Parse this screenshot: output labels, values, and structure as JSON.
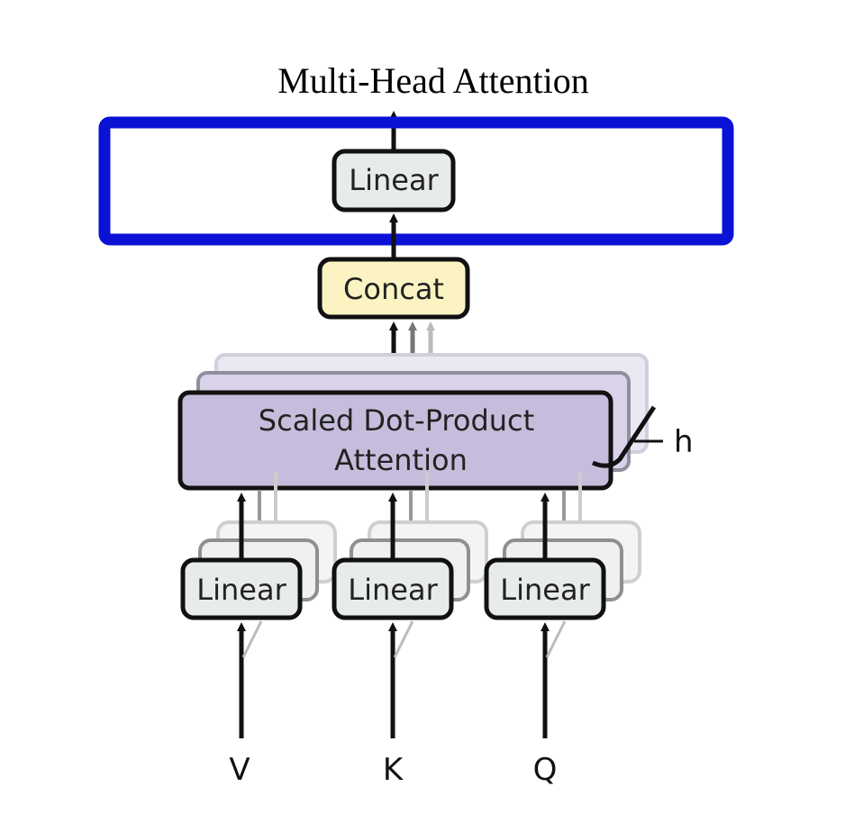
{
  "title": "Multi-Head Attention",
  "blocks": {
    "output_linear": "Linear",
    "concat": "Concat",
    "attention_line1": "Scaled Dot-Product",
    "attention_line2": "Attention",
    "heads_label": "h",
    "input_linears": [
      "Linear",
      "Linear",
      "Linear"
    ]
  },
  "inputs": [
    "V",
    "K",
    "Q"
  ],
  "colors": {
    "linear_fill": "#e8ece9",
    "concat_fill": "#fbf4c2",
    "attention_fill": "#c6bddc",
    "highlight": "#0a12d6"
  }
}
